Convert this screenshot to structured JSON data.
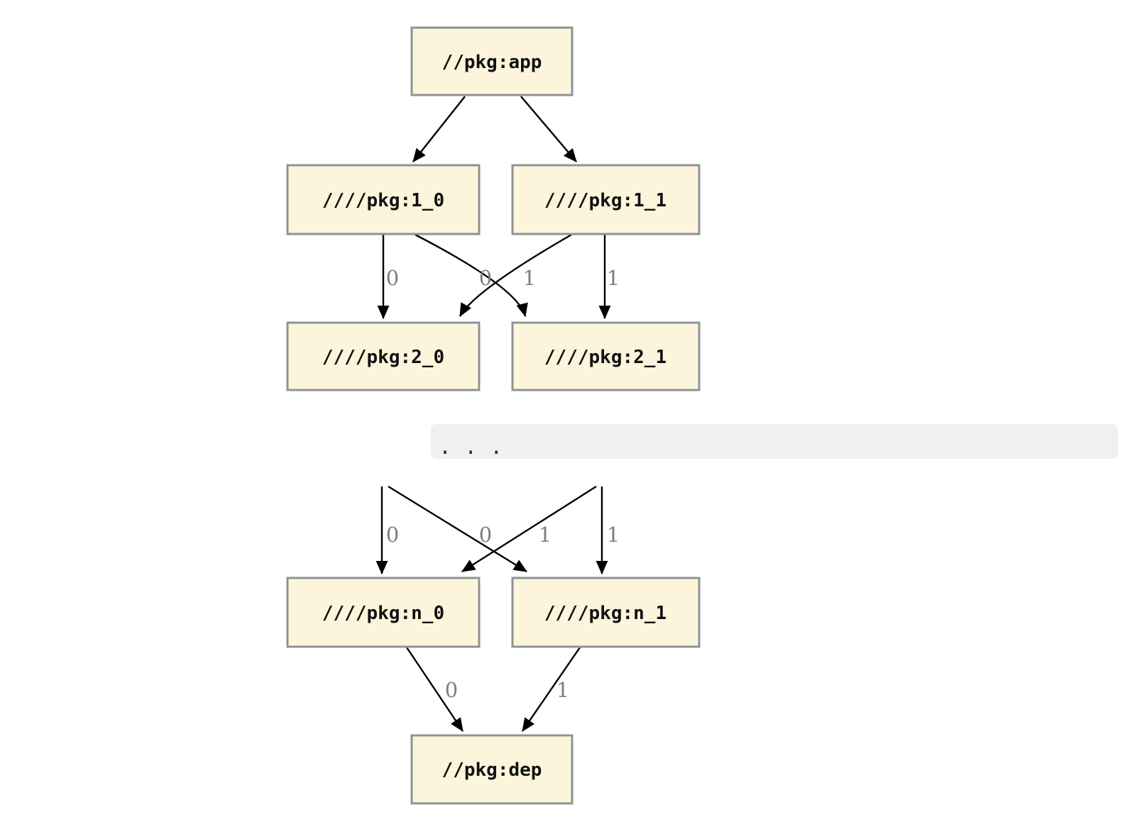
{
  "colors": {
    "background": "#ffffff",
    "node_fill": "#fcf5dc",
    "node_border": "#8d9494",
    "edge": "#000000",
    "edge_label": "#7e7e7e",
    "ellipsis_band_fill": "#f0f0f0",
    "ellipsis_text": "#333333"
  },
  "nodes": {
    "app": {
      "label": "//pkg:app"
    },
    "level1_0": {
      "label": "////pkg:1_0"
    },
    "level1_1": {
      "label": "////pkg:1_1"
    },
    "level2_0": {
      "label": "////pkg:2_0"
    },
    "level2_1": {
      "label": "////pkg:2_1"
    },
    "leveln_0": {
      "label": "////pkg:n_0"
    },
    "leveln_1": {
      "label": "////pkg:n_1"
    },
    "dep": {
      "label": "//pkg:dep"
    }
  },
  "ellipsis": {
    "text": ".  .  ."
  },
  "edges": [
    {
      "from": "//pkg:app",
      "to": "////pkg:1_0",
      "label": ""
    },
    {
      "from": "//pkg:app",
      "to": "////pkg:1_1",
      "label": ""
    },
    {
      "from": "////pkg:1_0",
      "to": "////pkg:2_0",
      "label": "0"
    },
    {
      "from": "////pkg:1_1",
      "to": "////pkg:2_0",
      "label": "0"
    },
    {
      "from": "////pkg:1_0",
      "to": "////pkg:2_1",
      "label": "1"
    },
    {
      "from": "////pkg:1_1",
      "to": "////pkg:2_1",
      "label": "1"
    },
    {
      "from": "...",
      "to": "////pkg:n_0",
      "label": "0"
    },
    {
      "from": "...",
      "to": "////pkg:n_0",
      "label": "0"
    },
    {
      "from": "...",
      "to": "////pkg:n_1",
      "label": "1"
    },
    {
      "from": "...",
      "to": "////pkg:n_1",
      "label": "1"
    },
    {
      "from": "////pkg:n_0",
      "to": "//pkg:dep",
      "label": "0"
    },
    {
      "from": "////pkg:n_1",
      "to": "//pkg:dep",
      "label": "1"
    }
  ]
}
